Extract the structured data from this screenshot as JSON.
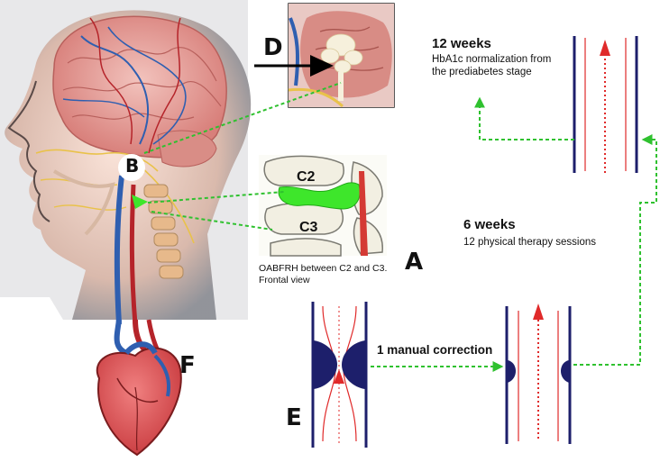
{
  "labels": {
    "A": "A",
    "B": "B",
    "C2": "C2",
    "C3": "C3",
    "D": "D",
    "E": "E",
    "F": "F"
  },
  "caption": "OABFRH between C2 and C3. Frontal view",
  "steps": {
    "correction": "1 manual correction",
    "six_weeks": {
      "title": "6 weeks",
      "text": "12 physical therapy sessions"
    },
    "twelve_weeks": {
      "title": "12 weeks",
      "text": "HbA1c normalization from the prediabetes stage"
    }
  },
  "colors": {
    "artery_red": "#b5242a",
    "vein_blue": "#2f5fb0",
    "nerve_yellow": "#e9c24a",
    "arrow_green": "#2fc12f",
    "vessel_navy": "#1d1f6b",
    "flow_red": "#e02a2a",
    "vertebra_green": "#3ee62b",
    "brain_pink": "#e8a7a7"
  },
  "icons": [
    "head-anatomy-illustration",
    "brain-section-illustration",
    "vertebrae-illustration",
    "heart-illustration"
  ]
}
